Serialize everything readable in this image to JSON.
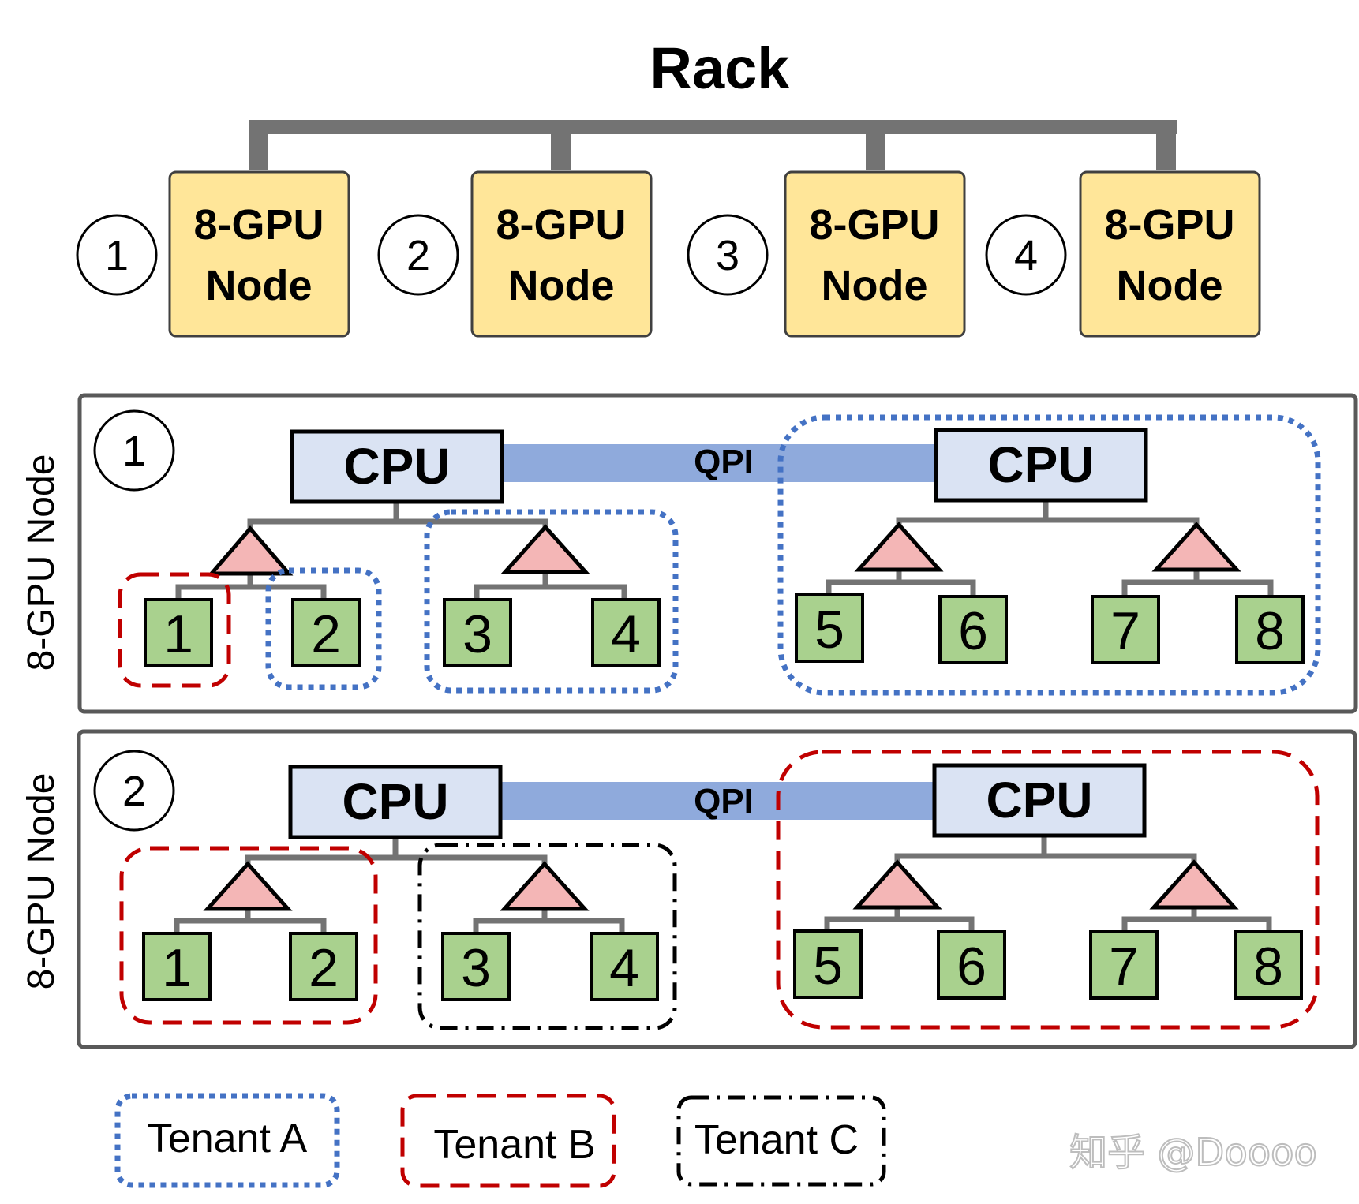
{
  "title": "Rack",
  "rack_nodes": [
    {
      "num": "1",
      "line1": "8-GPU",
      "line2": "Node"
    },
    {
      "num": "2",
      "line1": "8-GPU",
      "line2": "Node"
    },
    {
      "num": "3",
      "line1": "8-GPU",
      "line2": "Node"
    },
    {
      "num": "4",
      "line1": "8-GPU",
      "line2": "Node"
    }
  ],
  "panels": [
    {
      "num": "1",
      "side_label": "8-GPU Node",
      "cpu_left": "CPU",
      "cpu_right": "CPU",
      "link": "QPI",
      "gpus": [
        "1",
        "2",
        "3",
        "4",
        "5",
        "6",
        "7",
        "8"
      ],
      "allocation": "GPU 1: Tenant B; GPU 2: Tenant A; GPUs 3-4: Tenant A; GPUs 5-8: Tenant A"
    },
    {
      "num": "2",
      "side_label": "8-GPU Node",
      "cpu_left": "CPU",
      "cpu_right": "CPU",
      "link": "QPI",
      "gpus": [
        "1",
        "2",
        "3",
        "4",
        "5",
        "6",
        "7",
        "8"
      ],
      "allocation": "GPUs 1-2: Tenant B; GPUs 3-4: Tenant C; GPUs 5-8: Tenant B"
    }
  ],
  "legend": [
    {
      "label": "Tenant A",
      "style": "dotted",
      "color": "#4472c4"
    },
    {
      "label": "Tenant B",
      "style": "dashed",
      "color": "#c00000"
    },
    {
      "label": "Tenant C",
      "style": "dash-dot",
      "color": "#000000"
    }
  ],
  "watermark": "知乎 @Doooo",
  "colors": {
    "node_fill": "#ffe699",
    "cpu_fill": "#dae3f3",
    "qpi": "#8faadc",
    "gpu_fill": "#a9d18e",
    "switch_fill": "#f4b6b6",
    "wire": "#737373",
    "tenant_a": "#4472c4",
    "tenant_b": "#c00000",
    "tenant_c": "#000000"
  }
}
